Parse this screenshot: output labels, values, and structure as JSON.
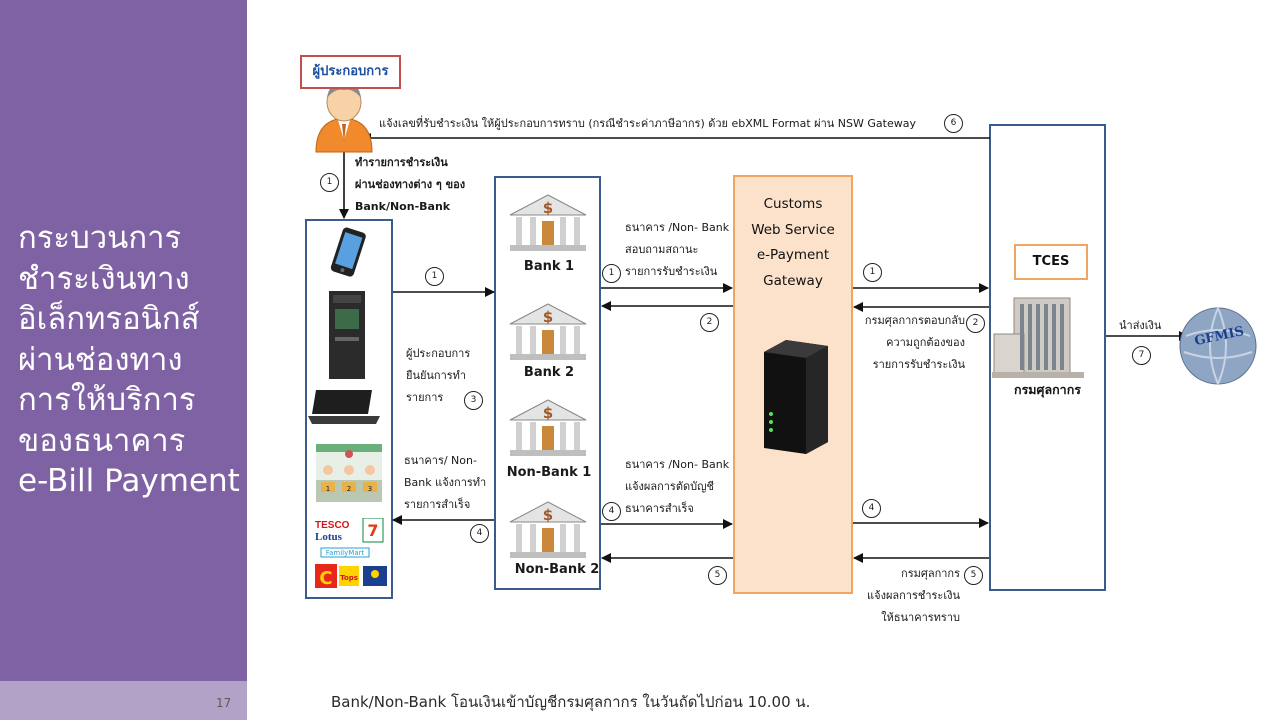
{
  "sidebar": {
    "title": "กระบวนการ\nชำระเงินทาง\nอิเล็กทรอนิกส์\nผ่านช่องทาง\nการให้บริการ\nของธนาคาร\ne-Bill Payment",
    "page_number": "17"
  },
  "footer": {
    "note": "Bank/Non-Bank โอนเงินเข้าบัญชีกรมศุลกากร ในวันถัดไปก่อน 10.00 น."
  },
  "diagram": {
    "operator_label": "ผู้ประกอบการ",
    "notify_text": "แจ้งเลขที่รับชำระเงิน ให้ผู้ประกอบการทราบ (กรณีชำระค่าภาษีอากร)  ด้วย ebXML Format ผ่าน NSW Gateway",
    "pay_text": "ทำรายการชำระเงิน\nผ่านช่องทางต่าง ๆ ของ\nBank/Non-Bank",
    "confirm_text": "ผู้ประกอบการ\nยืนยันการทำ\nรายการ",
    "success_notify_text": "ธนาคาร/ Non-\nBank แจ้งการทำ\nรายการสำเร็จ",
    "banks": [
      "Bank 1",
      "Bank 2",
      "Non-Bank 1",
      "Non-Bank 2"
    ],
    "inquiry_text": "ธนาคาร /Non- Bank\nสอบถามสถานะ\nรายการรับชำระเงิน",
    "deduct_text": "ธนาคาร /Non- Bank\nแจ้งผลการตัดบัญชี\nธนาคารสำเร็จ",
    "gateway_title": "Customs\nWeb Service\ne-Payment\nGateway",
    "customs_reply_text": "กรมศุลกากรตอบกลับ\nความถูกต้องของ\nรายการรับชำระเงิน",
    "customs_notify_text": "กรมศุลกากร\nแจ้งผลการชำระเงิน\nให้ธนาคารทราบ",
    "tces_label": "TCES",
    "customs_name": "กรมศุลกากร",
    "remit_text": "นำส่งเงิน",
    "gfmis_label": "GFMIS",
    "store_logos": [
      "TESCO",
      "Lotus",
      "FamilyMart",
      "Tops"
    ],
    "step_numbers": [
      "1",
      "1",
      "1",
      "1",
      "2",
      "2",
      "3",
      "4",
      "4",
      "4",
      "5",
      "5",
      "6",
      "7"
    ]
  }
}
